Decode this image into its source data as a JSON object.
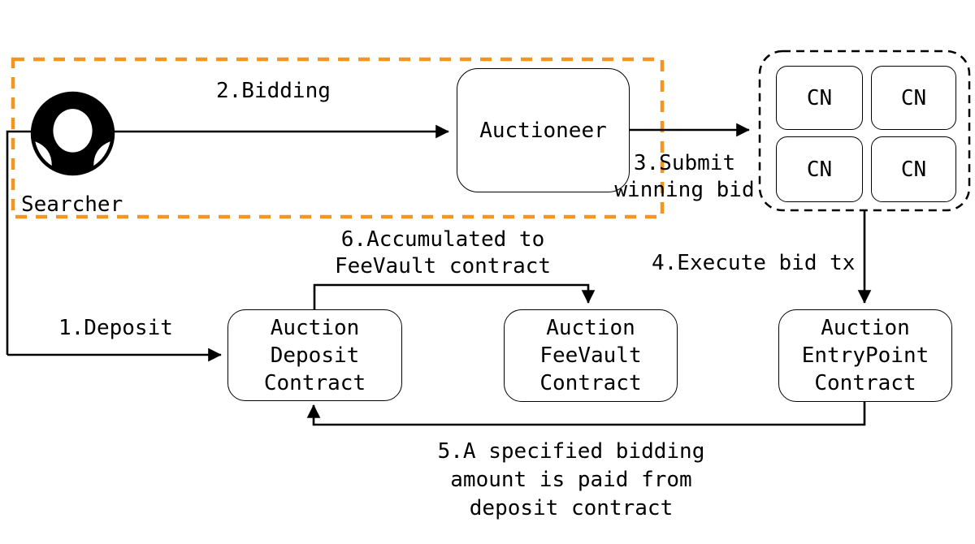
{
  "diagram": {
    "searcher": {
      "label": "Searcher"
    },
    "nodes": {
      "auctioneer": {
        "label": "Auctioneer"
      },
      "deposit": {
        "line1": "Auction",
        "line2": "Deposit",
        "line3": "Contract"
      },
      "feevault": {
        "line1": "Auction",
        "line2": "FeeVault",
        "line3": "Contract"
      },
      "entrypoint": {
        "line1": "Auction",
        "line2": "EntryPoint",
        "line3": "Contract"
      },
      "cn": {
        "label": "CN"
      }
    },
    "steps": {
      "step1": "1.Deposit",
      "step2": "2.Bidding",
      "step3_line1": "3.Submit",
      "step3_line2": "winning bid",
      "step4": "4.Execute bid tx",
      "step5_line1": "5.A specified bidding",
      "step5_line2": "amount is paid from",
      "step5_line3": "deposit contract",
      "step6_line1": "6.Accumulated to",
      "step6_line2": "FeeVault contract"
    },
    "colors": {
      "searcher_boundary": "#F7941D",
      "line": "#000000",
      "background": "#FFFFFF"
    }
  }
}
